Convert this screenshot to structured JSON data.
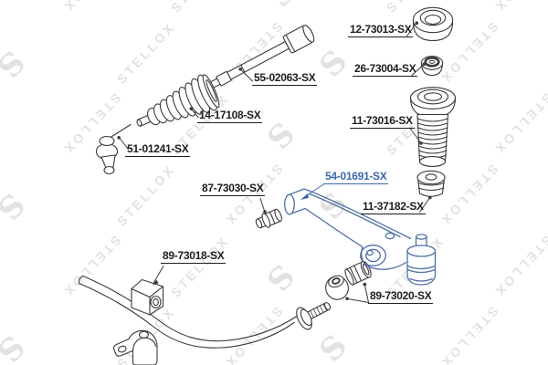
{
  "watermark": {
    "brand": "STELLOX",
    "logo_letter": "S",
    "color": "#e2e2e2"
  },
  "diagram": {
    "type": "exploded-parts-diagram",
    "subject": "front suspension and steering components",
    "colors": {
      "line": "#3a3a3a",
      "highlight": "#3e68ad",
      "highlight_stroke": "#4f6fa5"
    },
    "parts": [
      {
        "id": "axial-rod",
        "label": "55-02063-SX",
        "highlighted": false
      },
      {
        "id": "steering-boot",
        "label": "14-17108-SX",
        "highlighted": false
      },
      {
        "id": "tie-rod-end",
        "label": "51-01241-SX",
        "highlighted": false
      },
      {
        "id": "strut-mount",
        "label": "12-73013-SX",
        "highlighted": false
      },
      {
        "id": "strut-bearing",
        "label": "26-73004-SX",
        "highlighted": false
      },
      {
        "id": "shock-boot",
        "label": "11-73016-SX",
        "highlighted": false
      },
      {
        "id": "control-arm",
        "label": "54-01691-SX",
        "highlighted": true
      },
      {
        "id": "bump-stop",
        "label": "11-37182-SX",
        "highlighted": false
      },
      {
        "id": "arm-bushing",
        "label": "87-73030-SX",
        "highlighted": false
      },
      {
        "id": "stabilizer-bushing",
        "label": "89-73018-SX",
        "highlighted": false
      },
      {
        "id": "link-bushings",
        "label": "89-73020-SX",
        "highlighted": false
      }
    ]
  }
}
